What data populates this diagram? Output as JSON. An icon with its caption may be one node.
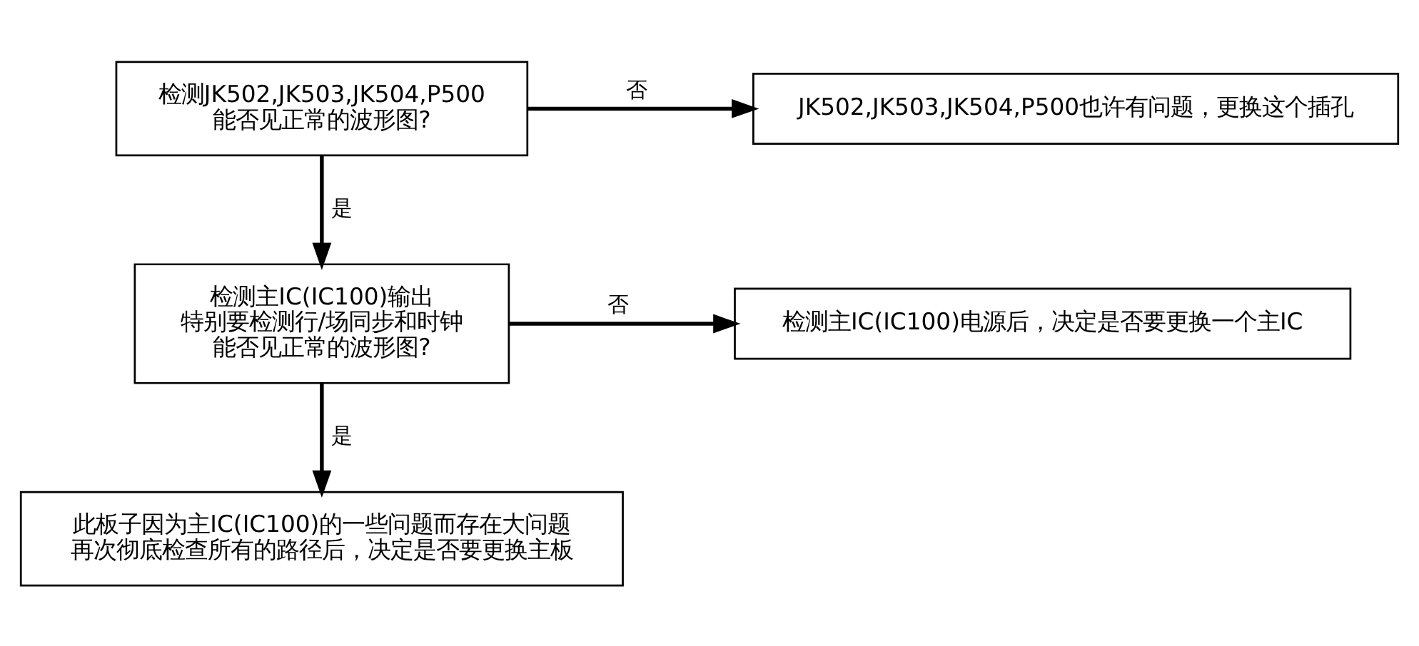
{
  "diagram": {
    "nodes": [
      {
        "text": [
          "检测JK502,JK503,JK504,P500",
          "能否见正常的波形图?"
        ]
      },
      {
        "text": [
          "JK502,JK503,JK504,P500也许有问题，更换这个插孔"
        ]
      },
      {
        "text": [
          "检测主IC(IC100)输出",
          "特别要检测行/场同步和时钟",
          "能否见正常的波形图?"
        ]
      },
      {
        "text": [
          "检测主IC(IC100)电源后，决定是否要更换一个主IC"
        ]
      },
      {
        "text": [
          "此板子因为主IC(IC100)的一些问题而存在大问题",
          "再次彻底检查所有的路径后，决定是否要更换主板"
        ]
      }
    ],
    "edges": [
      {
        "from": 0,
        "to": 1,
        "arrow": "to",
        "label": "否"
      },
      {
        "from": 0,
        "to": 2,
        "arrow": "to",
        "label": "是"
      },
      {
        "from": 2,
        "to": 3,
        "arrow": "to",
        "label": "否"
      },
      {
        "from": 2,
        "to": 4,
        "arrow": "to",
        "label": "是"
      }
    ]
  }
}
